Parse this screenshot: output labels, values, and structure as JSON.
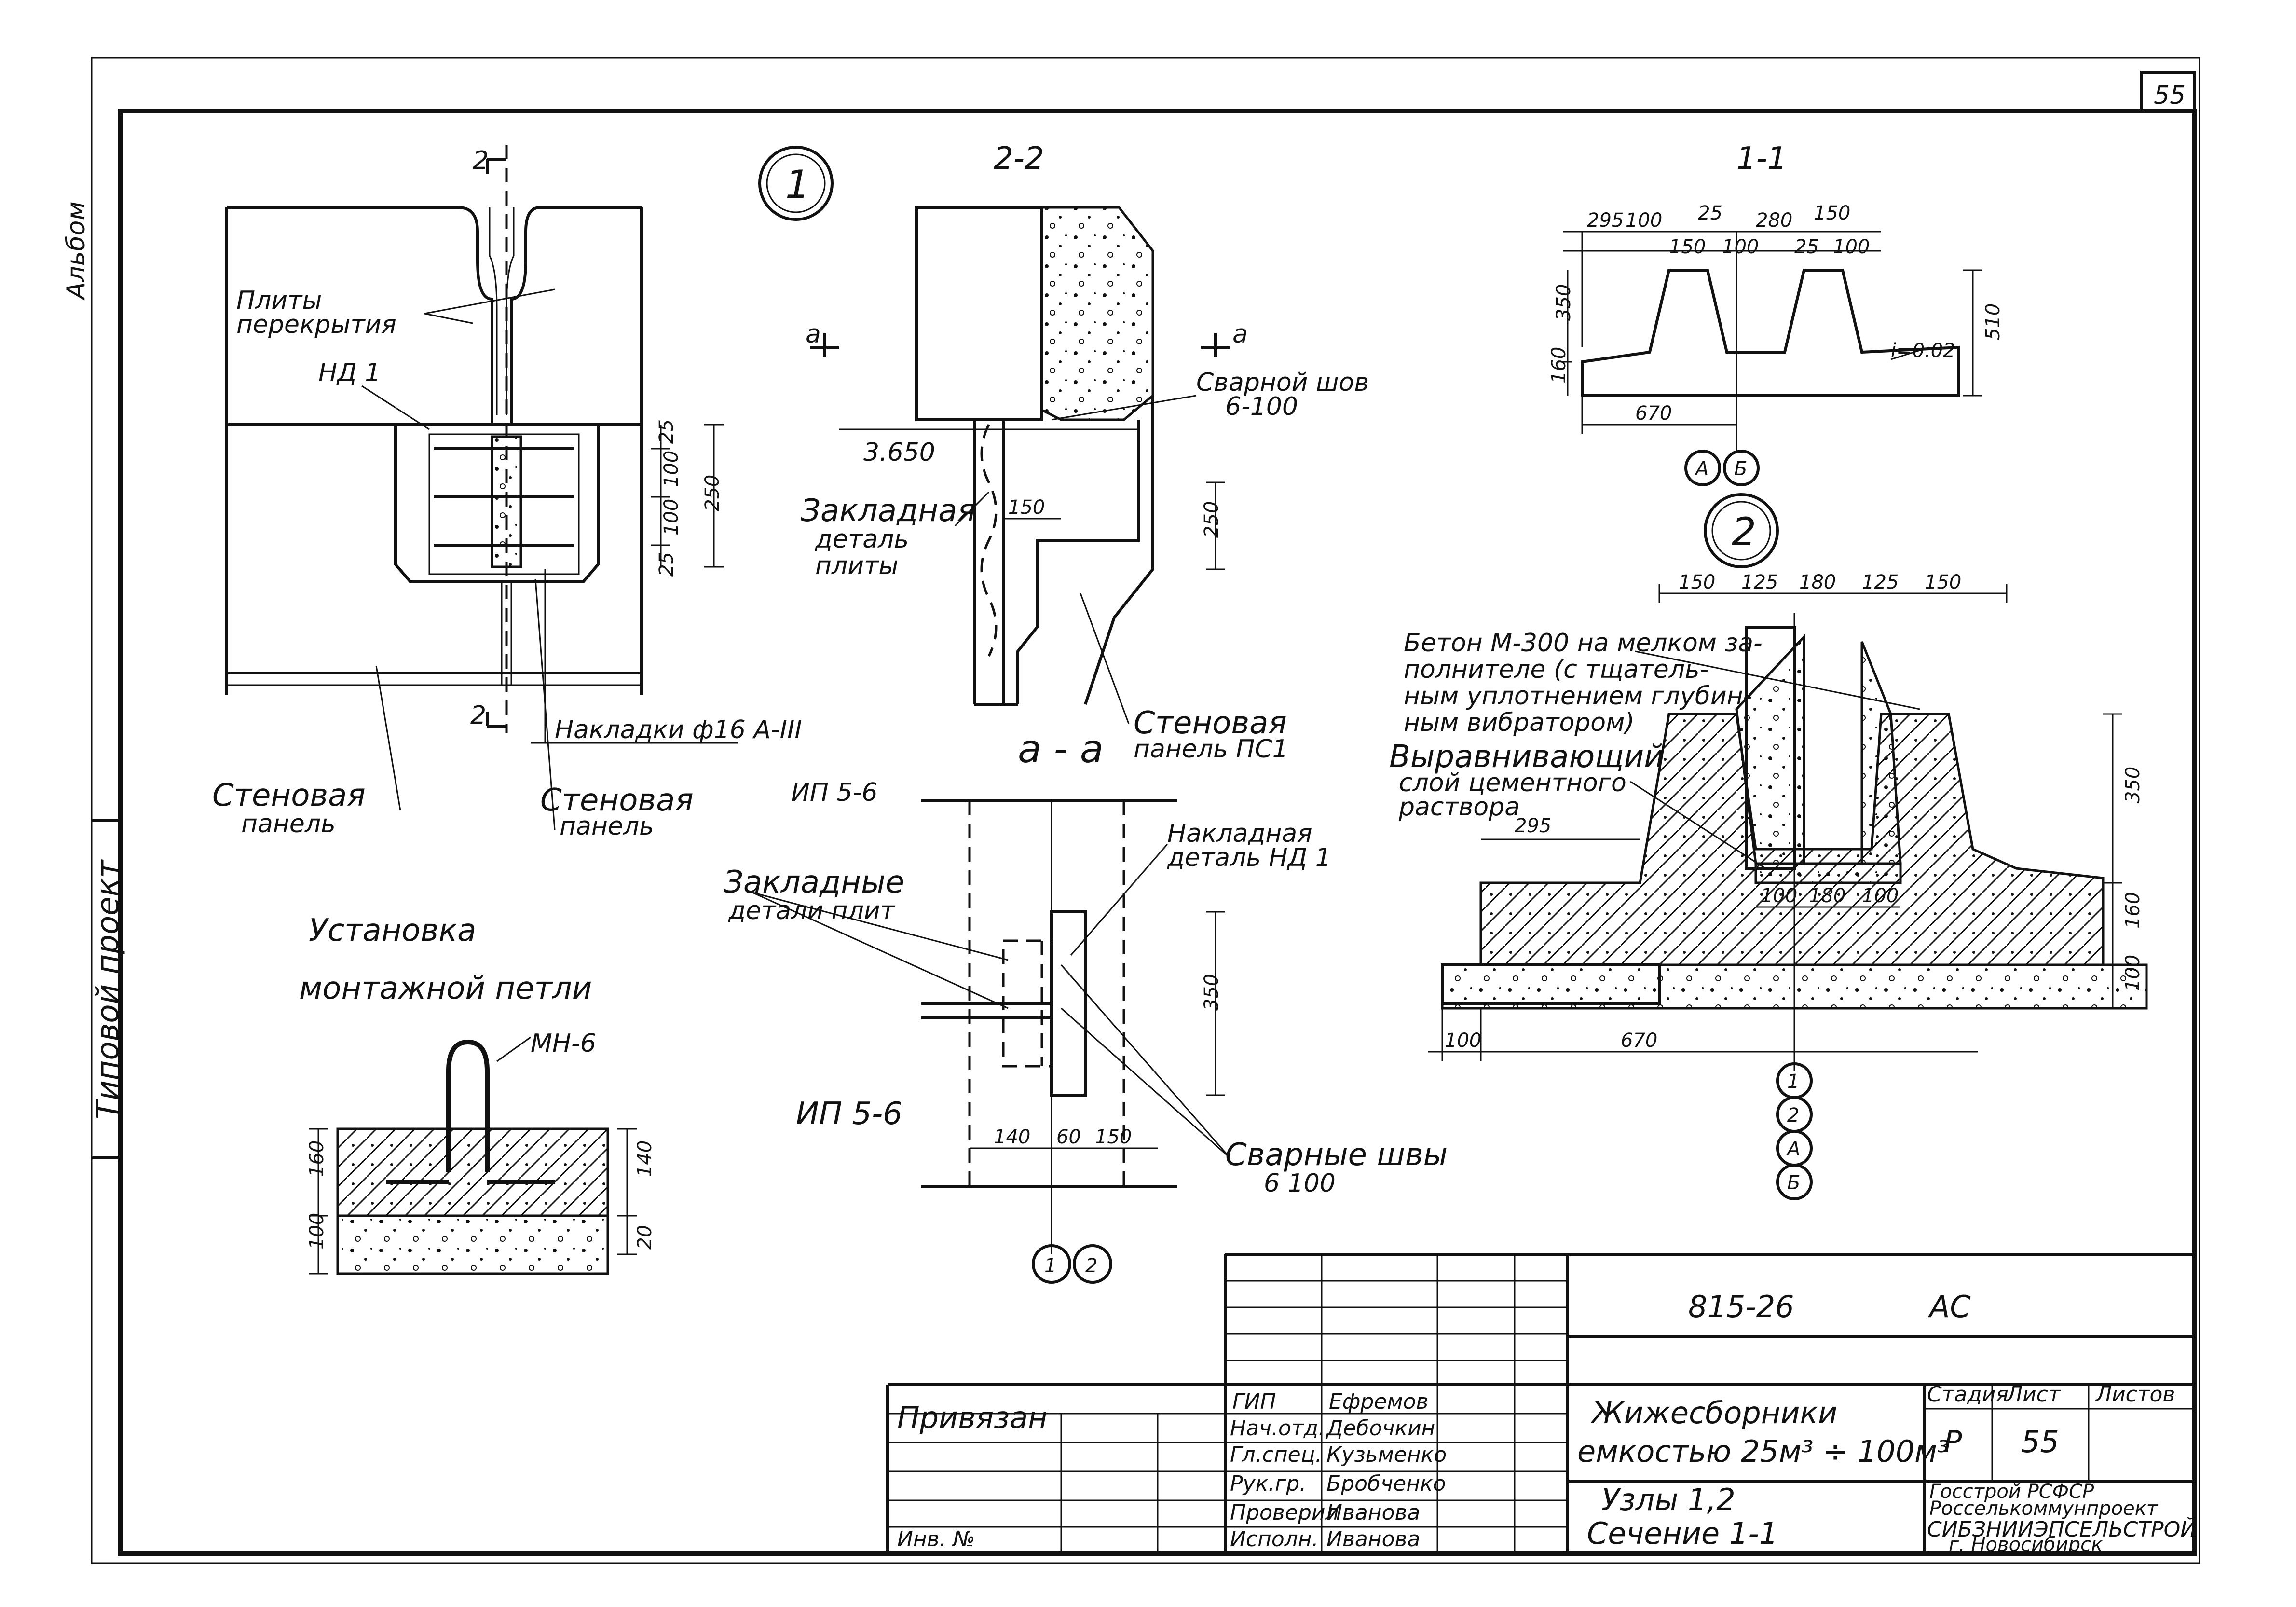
{
  "sheet_number": "55",
  "margin_vertical": {
    "text1": "Альбом",
    "text2": "Типовой проект"
  },
  "node1": {
    "badge": "1",
    "section_mark": "2",
    "label_plates": [
      "Плиты",
      "перекрытия"
    ],
    "label_nd": "НД 1",
    "label_overlay": "Накладки ф16 А-III",
    "label_wall_left": [
      "Стеновая",
      "панель"
    ],
    "label_wall_right": [
      "Стеновая",
      "панель"
    ],
    "dims": [
      "25",
      "100",
      "100",
      "25",
      "250"
    ]
  },
  "section22": {
    "title": "2-2",
    "cut_mark": "а",
    "level": "3.650",
    "label_weld": [
      "Сварной шов",
      "6-100"
    ],
    "label_embed": [
      "Закладная",
      "деталь",
      "плиты"
    ],
    "label_wall": [
      "Стеновая",
      "панель ПС1"
    ],
    "dims": [
      "150",
      "250"
    ]
  },
  "section_aa": {
    "title": "а - а",
    "label_ip_top": "ИП 5-6",
    "label_ip_bottom": "ИП 5-6",
    "label_embeds": [
      "Закладные",
      "детали плит"
    ],
    "label_overlay": [
      "Накладная",
      "деталь НД 1"
    ],
    "label_welds": [
      "Сварные швы",
      "6 100"
    ],
    "dims": [
      "350",
      "140",
      "60",
      "150"
    ],
    "axes": [
      "1",
      "2"
    ]
  },
  "loop": {
    "title": [
      "Установка",
      "монтажной петли"
    ],
    "label": "МН-6",
    "dims_left": [
      "100",
      "160"
    ],
    "dims_right": [
      "20",
      "140"
    ]
  },
  "section11": {
    "title": "1-1",
    "dims_top": [
      "295",
      "100",
      "25",
      "280",
      "150",
      "150",
      "100",
      "25",
      "100"
    ],
    "dims_side": [
      "350",
      "160",
      "510"
    ],
    "dim_bottom": "670",
    "slope": "i=0.02",
    "axes": [
      "А",
      "Б"
    ]
  },
  "node2": {
    "badge": "2",
    "dims_top": [
      "150",
      "125",
      "180",
      "125",
      "150"
    ],
    "label_concrete": [
      "Бетон М-300 на мелком за-",
      "полнителе (с тщатель-",
      "ным уплотнением глубин-",
      "ным вибратором)"
    ],
    "label_leveling": [
      "Выравнивающий",
      "слой цементного",
      "раствора"
    ],
    "dim_295": "295",
    "dims_mid": [
      "100",
      "180",
      "100"
    ],
    "dims_right": [
      "350",
      "160",
      "100"
    ],
    "dims_bottom": [
      "100",
      "670"
    ],
    "axes": [
      "1",
      "2",
      "А",
      "Б"
    ]
  },
  "title_block": {
    "code": "815-26",
    "mark": "АС",
    "bound_label": "Привязан",
    "inv_label": "Инв. №",
    "roles": [
      "ГИП",
      "Нач.отд.",
      "Гл.спец.",
      "Рук.гр.",
      "Проверил",
      "Исполн."
    ],
    "names": [
      "Ефремов",
      "Дебочкин",
      "Кузьменко",
      "Бробченко",
      "Иванова",
      "Иванова"
    ],
    "title_lines": [
      "Жижесборники",
      "емкостью 25м³ ÷ 100м³"
    ],
    "subtitle_lines": [
      "Узлы 1,2",
      "Сечение 1-1"
    ],
    "stage_label": "Стадия",
    "sheet_label": "Лист",
    "sheets_label": "Листов",
    "stage_value": "Р",
    "sheet_value": "55",
    "org_lines": [
      "Госстрой РСФСР",
      "Росселькоммунпроект",
      "СИБЗНИИЭПСЕЛЬСТРОЙ",
      "г. Новосибирск"
    ]
  }
}
